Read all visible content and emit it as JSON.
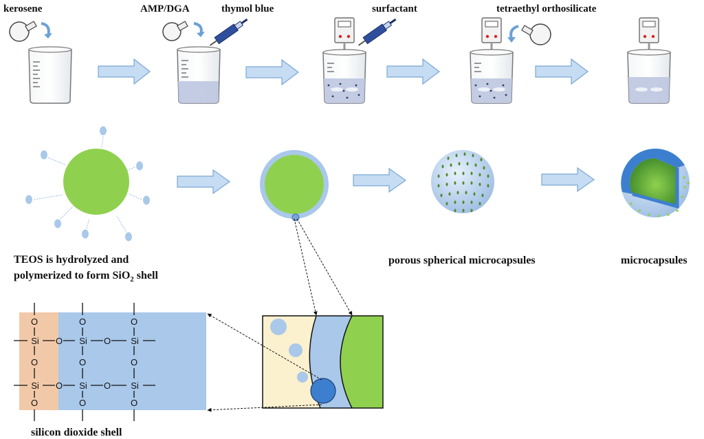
{
  "steps": {
    "kerosene": "kerosene",
    "amp_dga": "AMP/DGA",
    "thymol_blue": "thymol blue",
    "surfactant": "surfactant",
    "teos": "tetraethyl orthosilicate"
  },
  "captions": {
    "teos_line1": "TEOS is hydrolyzed and",
    "teos_line2_pre": "polymerized to form SiO",
    "teos_line2_sub": "2",
    "teos_line2_post": " shell",
    "porous": "porous spherical microcapsules",
    "microcapsules": "microcapsules",
    "silicon_shell": "silicon dioxide shell"
  },
  "chem": {
    "si": "Si",
    "o": "O"
  },
  "colors": {
    "arrow_fill": "#c5dcf3",
    "arrow_stroke": "#7aa6d4",
    "core_green": "#8fd14f",
    "shell_blue": "#a9c8ea",
    "liquid": "#bcc7e0",
    "orange_band": "#f2c9a8",
    "cream": "#fbf1cf",
    "dark_blue": "#3d7fcf",
    "dot_green": "#4f8a2a"
  }
}
